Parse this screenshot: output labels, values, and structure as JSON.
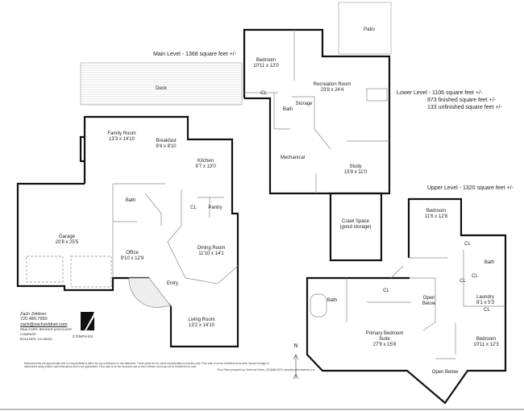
{
  "main_level": {
    "title": "Main Level - 1368 square feet +/-",
    "rooms": {
      "deck": "Deck",
      "family_room": {
        "name": "Family Room",
        "size": "13'3 x 14'10"
      },
      "breakfast": {
        "name": "Breakfast",
        "size": "9'4 x 8'10"
      },
      "kitchen": {
        "name": "Kitchen",
        "size": "9'7 x 13'0"
      },
      "bath": "Bath",
      "cl": "CL",
      "pantry": "Pantry",
      "garage": {
        "name": "Garage",
        "size": "20'8 x 25'5"
      },
      "office": {
        "name": "Office",
        "size": "9'10 x 12'9"
      },
      "dining_room": {
        "name": "Dining Room",
        "size": "11'10 x 14'1"
      },
      "entry": "Entry",
      "living_room": {
        "name": "Living Room",
        "size": "13'2 x 14'10"
      }
    }
  },
  "lower_level": {
    "title": "Lower Level - 1106 square feet +/-",
    "finished": "973 finished square feet +/-",
    "unfinished": "133 unfinished square feet +/-",
    "rooms": {
      "patio": "Patio",
      "bedroom": {
        "name": "Bedroom",
        "size": "10'11 x 12'0"
      },
      "cl": "CL",
      "recreation_room": {
        "name": "Recreation Room",
        "size": "23'8 x 24'4"
      },
      "bath": "Bath",
      "storage": "Storage",
      "mechanical": "Mechanical",
      "study": {
        "name": "Study",
        "size": "15'8 x 11'0"
      },
      "crawl_space": {
        "name": "Crawl Space",
        "note": "(good storage)"
      }
    }
  },
  "upper_level": {
    "title": "Upper Level - 1320 square feet +/-",
    "rooms": {
      "bedroom_1": {
        "name": "Bedroom",
        "size": "11'6 x 12'8"
      },
      "cl_1": "CL",
      "bath_1": "Bath",
      "cl_2": "CL",
      "cl_3": "CL",
      "laundry": {
        "name": "Laundry",
        "size": "8'1 x 5'3"
      },
      "cl_4": "CL",
      "bath_2": "Bath",
      "cl_5": "CL",
      "open_below_1": {
        "line1": "Open",
        "line2": "Below"
      },
      "primary": {
        "name": "Primary Bedroom",
        "name2": "Suite",
        "size": "27'9 x 15'8"
      },
      "bedroom_2": {
        "name": "Bedroom",
        "size": "10'11 x 12'3"
      },
      "open_below_2": "Open Below"
    },
    "north": "N"
  },
  "agent": {
    "name": "Zach Zeldner",
    "phone": "720.480.7650",
    "email": "zach@zachzeldner.com",
    "role": "Realtor®, Broker Associate",
    "company": "COMPASS",
    "city": "BOULDER, CO 80302",
    "logo_text": "COMPASS"
  },
  "disclaimer": {
    "line1": "Measurements are approximate and no responsibility is taken for any ommission or mis-statement. These plans are for visual representation purposes only. Floor plan is not an architectural as-built. Square footage is",
    "line2": "determined using exterior wall dimensions and is not guaranteed. Floor plan is for the exclusive use of Zach Zeldner and may not be transferred or sold.",
    "line3": "Floor Plans prepared by Overhead Views, (303)686-9579, www@overheadviews.com"
  },
  "colors": {
    "wall": "#111111",
    "thin_line": "#888888"
  }
}
